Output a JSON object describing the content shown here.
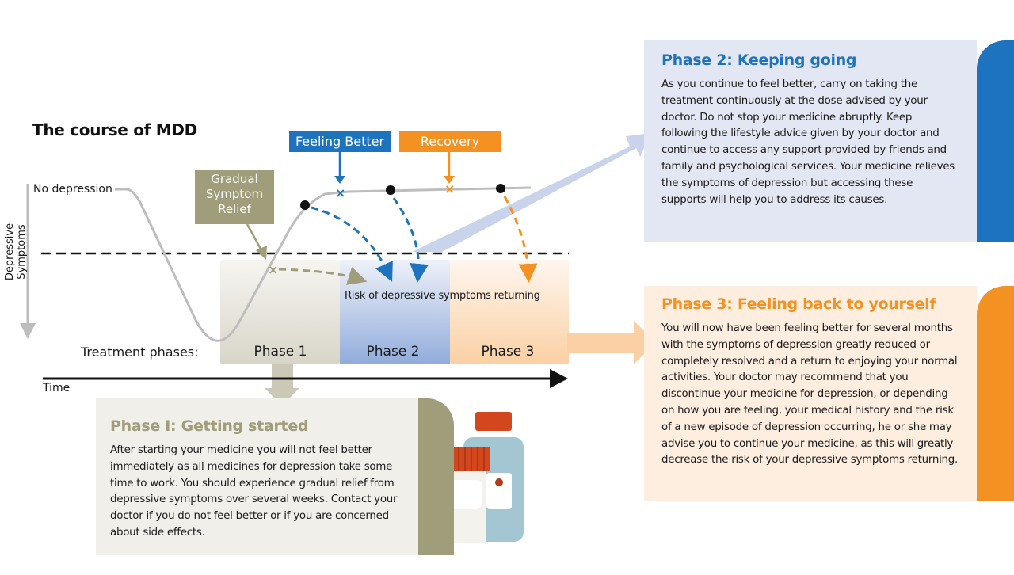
{
  "title": "The course of MDD",
  "y_axis_label": "Depressive Symptoms",
  "no_depression_label": "No depression",
  "treatment_phases_label": "Treatment phases:",
  "time_label": "Time",
  "risk_label": "Risk of depressive symptoms returning",
  "tags": {
    "gradual": "Gradual Symptom Relief",
    "gradual_lines": [
      "Gradual",
      "Symptom",
      "Relief"
    ],
    "feeling_better": "Feeling Better",
    "recovery": "Recovery"
  },
  "phases": [
    {
      "label": "Phase 1"
    },
    {
      "label": "Phase 2"
    },
    {
      "label": "Phase 3"
    }
  ],
  "colors": {
    "phase1": "#a09d7a",
    "phase2": "#1e73be",
    "phase3": "#f39223",
    "curve": "#bdbdbd",
    "pill_cap": "#d4471e",
    "bottle": "#a4c6d3"
  },
  "panels": {
    "phase1": {
      "heading": "Phase I: Getting started",
      "body": "After starting your medicine you will not feel better immediately as all medicines for depression take some time to work. You should experience gradual relief from depressive symptoms over several weeks. Contact your doctor if you do not feel better or if you are concerned about side effects."
    },
    "phase2": {
      "heading": "Phase 2: Keeping going",
      "body": "As you continue to feel better, carry on taking the treatment continuously at the dose advised by your doctor. Do not stop your medicine abruptly. Keep following the lifestyle advice given by your doctor and continue to access any support provided by friends and family and psychological services. Your medicine relieves the symptoms of depression but accessing these supports will help you to address its causes."
    },
    "phase3": {
      "heading": "Phase 3: Feeling back to yourself",
      "body": "You will now have been feeling better for several months with the symptoms of depression greatly reduced or completely resolved and a return to enjoying your normal activities. Your doctor may recommend that you discontinue your medicine for depression, or depending on how you are feeling, your medical history and the risk of a new episode of depression occurring, he or she may advise you to continue your medicine, as this will greatly decrease the risk of your depressive symptoms returning."
    }
  }
}
